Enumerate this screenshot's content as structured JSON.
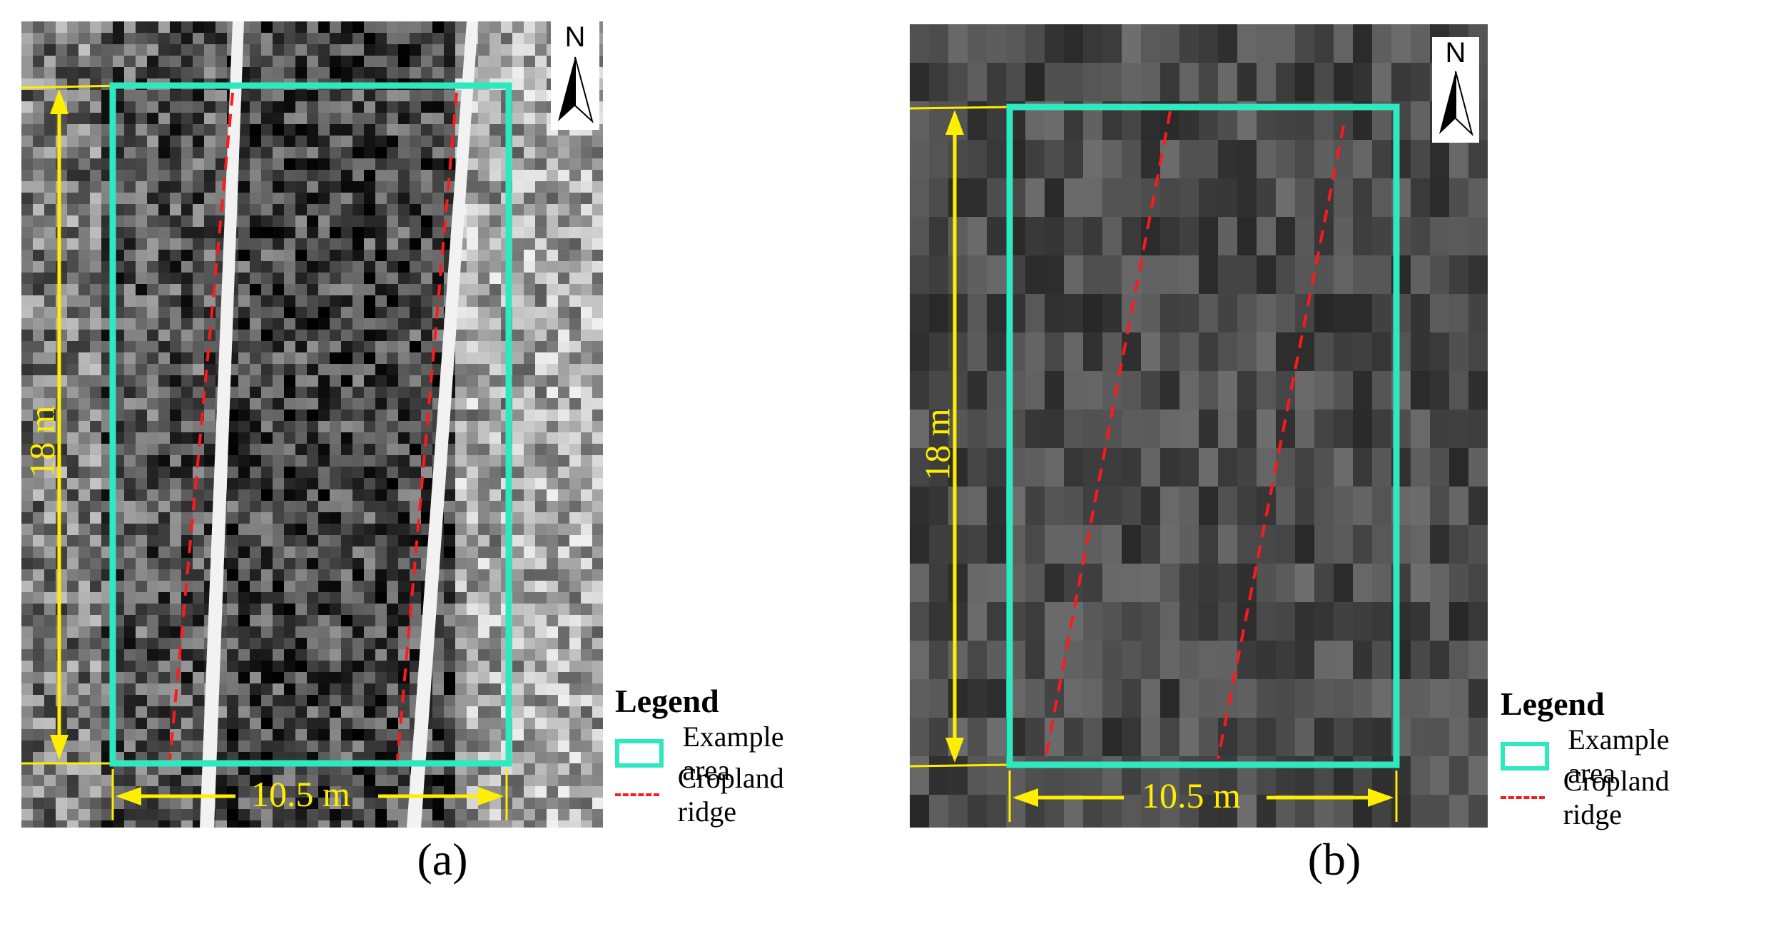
{
  "panels": [
    {
      "id": "a",
      "caption": "(a)",
      "north_label": "N",
      "height_label": "18 m",
      "width_label": "10.5 m",
      "legend": {
        "title": "Legend",
        "items": [
          {
            "label": "Example area",
            "symbol": "box",
            "color": "#2ee8c0"
          },
          {
            "label": "Cropland ridge",
            "symbol": "dashed-line",
            "color": "#ff1a1a"
          }
        ]
      }
    },
    {
      "id": "b",
      "caption": "(b)",
      "north_label": "N",
      "height_label": "18 m",
      "width_label": "10.5 m",
      "legend": {
        "title": "Legend",
        "items": [
          {
            "label": "Example area",
            "symbol": "box",
            "color": "#2ee8c0"
          },
          {
            "label": "Cropland ridge",
            "symbol": "dashed-line",
            "color": "#ff1a1a"
          }
        ]
      }
    }
  ],
  "colors": {
    "example_area": "#2ee8c0",
    "cropland_ridge": "#ff1a1a",
    "dimension": "#ffee00"
  }
}
